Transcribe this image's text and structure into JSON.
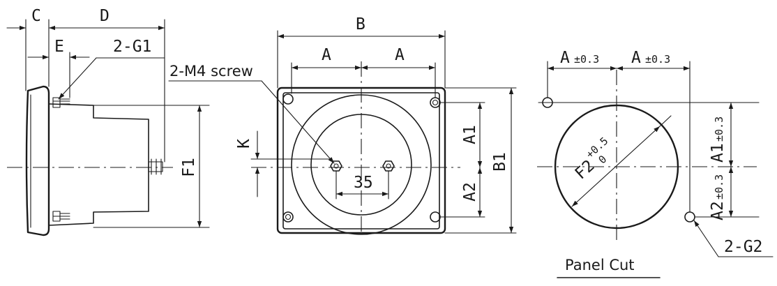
{
  "side_view": {
    "labels": {
      "c": "C",
      "d": "D",
      "e": "E",
      "g1": "2-G1",
      "f1": "F1"
    }
  },
  "front_view": {
    "labels": {
      "b": "B",
      "a_left": "A",
      "a_right": "A",
      "screw": "2-M4 screw",
      "k": "K",
      "a1": "A1",
      "a2": "A2",
      "b1": "B1",
      "spacing": "35"
    }
  },
  "panel_cut": {
    "labels": {
      "a_left": "A",
      "tol_a_left": "±0.3",
      "a_right": "A",
      "tol_a_right": "±0.3",
      "a1": "A1",
      "tol_a1": "±0.3",
      "a2": "A2",
      "tol_a2": "±0.3",
      "f2": "F2",
      "f2_upper": "+0.5",
      "f2_lower": "0",
      "g2": "2-G2",
      "caption": "Panel Cut"
    }
  }
}
